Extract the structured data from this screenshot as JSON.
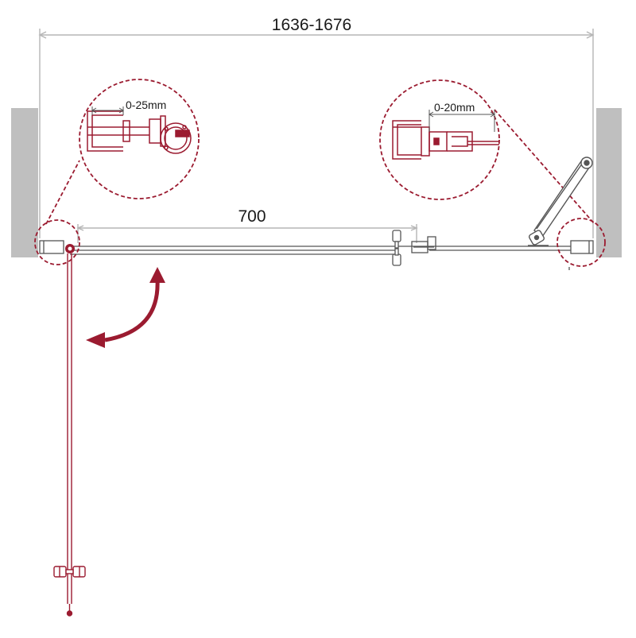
{
  "dimensions": {
    "overall_width": "1636-1676",
    "door_width": "700",
    "left_adjustment": "0-25mm",
    "right_adjustment": "0-20mm"
  },
  "colors": {
    "accent": "#9b1b30",
    "line": "#555555",
    "dim_line": "#b5b5b5",
    "wall": "#bfbfbf",
    "text": "#1a1a1a"
  },
  "icons": {
    "swing": "curved-arrow-icon",
    "handle": "door-handle-icon",
    "hinge": "hinge-icon",
    "stabilizer": "stabilizer-bar-icon"
  }
}
